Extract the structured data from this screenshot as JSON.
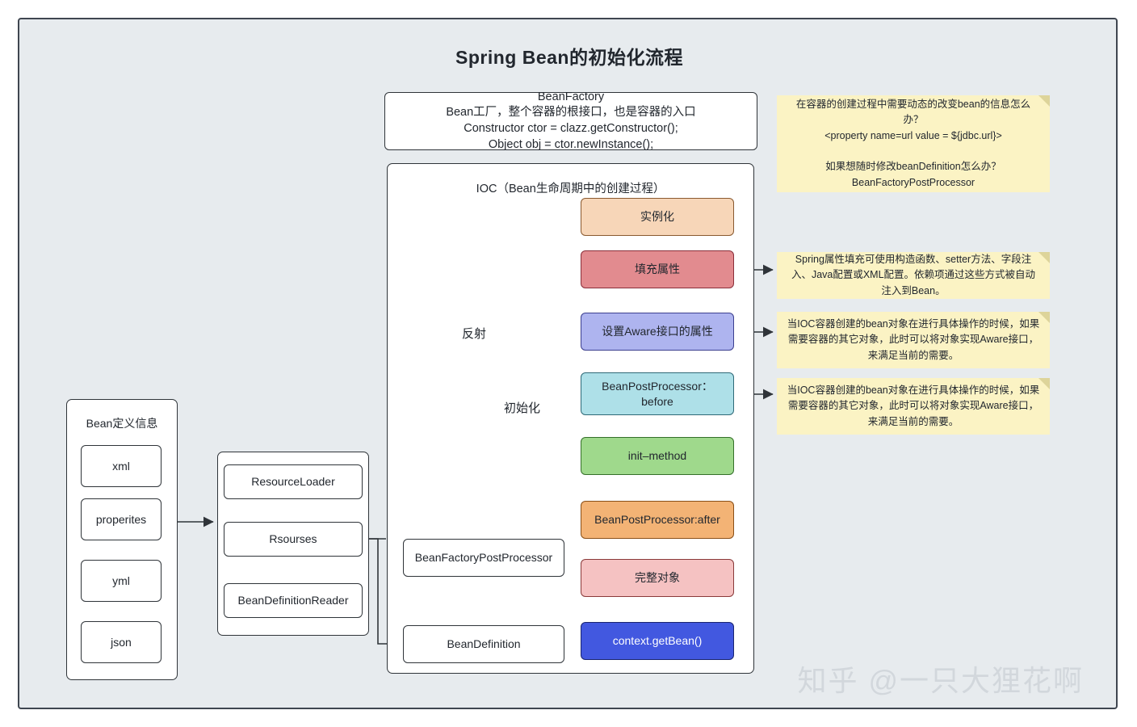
{
  "title": "Spring Bean的初始化流程",
  "beanfactory": {
    "text": "BeanFactory\nBean工厂，整个容器的根接口，也是容器的入口\nConstructor ctor = clazz.getConstructor();\nObject obj = ctor.newInstance();"
  },
  "ioc": {
    "label": "IOC（Bean生命周期中的创建过程）",
    "flow": [
      {
        "id": "instantiate",
        "label": "实例化",
        "color": "#f7d6b8"
      },
      {
        "id": "populate",
        "label": "填充属性",
        "color": "#e28b8f"
      },
      {
        "id": "aware",
        "label": "设置Aware接口的属性",
        "color": "#aeb4ef"
      },
      {
        "id": "bpp-before",
        "label": "BeanPostProcessor：\nbefore",
        "color": "#aee0e8"
      },
      {
        "id": "init-method",
        "label": "init–method",
        "color": "#9fd98c"
      },
      {
        "id": "bpp-after",
        "label": "BeanPostProcessor:after",
        "color": "#f3b375"
      },
      {
        "id": "complete",
        "label": "完整对象",
        "color": "#f5c2c2"
      },
      {
        "id": "get-bean",
        "label": "context.getBean()",
        "color": "#4258e0"
      }
    ],
    "bean_factory_post_processor": "BeanFactoryPostProcessor",
    "bean_definition": "BeanDefinition",
    "annotations": {
      "reflect": "反射",
      "init": "初始化"
    }
  },
  "definition_panel": {
    "title": "Bean定义信息",
    "items": [
      "xml",
      "properites",
      "yml",
      "json"
    ]
  },
  "resource_panel": {
    "items": [
      "ResourceLoader",
      "Rsourses",
      "BeanDefinitionReader"
    ]
  },
  "notes": [
    {
      "id": "note-bfpp",
      "text": "在容器的创建过程中需要动态的改变bean的信息怎么办？\n<property name=url value = ${jdbc.url}>\n\n如果想随时修改beanDefinition怎么办？\nBeanFactoryPostProcessor"
    },
    {
      "id": "note-populate",
      "text": "Spring属性填充可使用构造函数、setter方法、字段注入、Java配置或XML配置。依赖项通过这些方式被自动注入到Bean。"
    },
    {
      "id": "note-aware",
      "text": "当IOC容器创建的bean对象在进行具体操作的时候，如果需要容器的其它对象，此时可以将对象实现Aware接口，来满足当前的需要。"
    },
    {
      "id": "note-bpp-before",
      "text": "当IOC容器创建的bean对象在进行具体操作的时候，如果需要容器的其它对象，此时可以将对象实现Aware接口，来满足当前的需要。"
    }
  ],
  "watermark": "知乎 @一只大狸花啊",
  "colors": {
    "canvas_background": "#e7ebee",
    "border": "#2f3439",
    "note_background": "#fbf3c4"
  }
}
